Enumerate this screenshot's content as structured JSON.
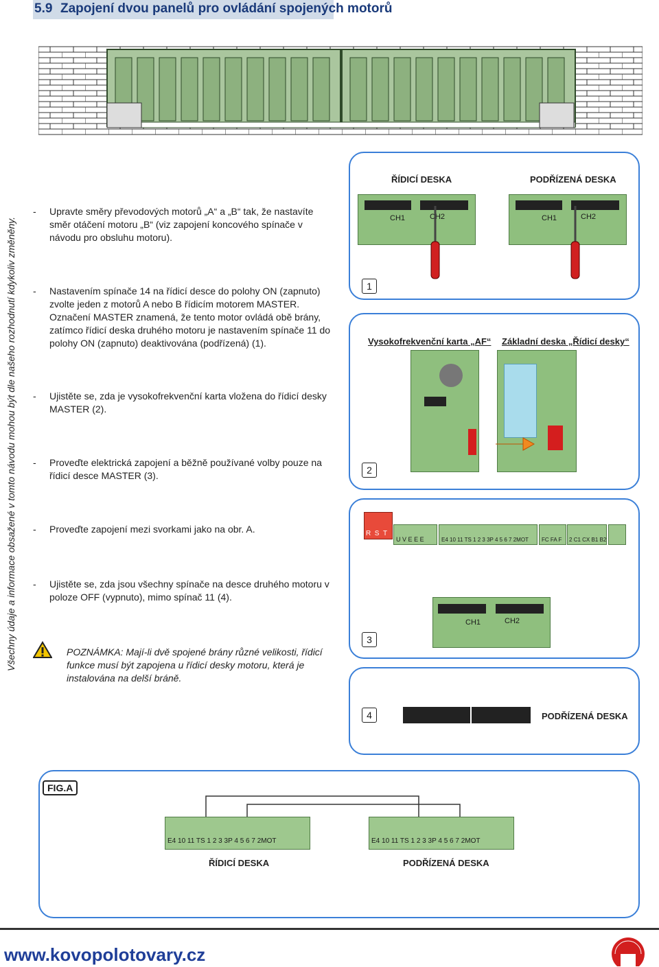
{
  "header": {
    "number": "5.9",
    "title": "Zapojení dvou panelů pro ovládání spojených motorů"
  },
  "side_note": "Všechny údaje a informace obsažené v tomto návodu mohou být dle našeho rozhodnutí kdykoliv změněny.",
  "paragraphs": [
    "Upravte směry převodových motorů „A“ a „B“ tak, že nastavíte směr otáčení motoru „B“ (viz zapojení koncového spínače v návodu pro obsluhu motoru).",
    "Nastavením spínače 14 na řídicí desce do polohy ON (zapnuto) zvolte jeden z motorů A nebo B řídicím motorem MASTER. Označení MASTER znamená, že tento motor ovládá obě brány, zatímco řídicí deska druhého motoru je nastavením spínače 11 do polohy ON (zapnuto) deaktivována (podřízená) (1).",
    "Ujistěte se, zda je vysokofrekvenční karta vložena do řídicí desky MASTER (2).",
    "Proveďte elektrická zapojení a běžně používané volby pouze na řídicí desce MASTER (3).",
    "Proveďte zapojení mezi svorkami jako na obr. A.",
    "Ujistěte se, zda jsou všechny spínače na desce druhého motoru v poloze OFF (vypnuto), mimo spínač 11 (4)."
  ],
  "dash": "-",
  "note": "POZNÁMKA: Mají-li dvě spojené brány různé velikosti, řídicí funkce musí být zapojena u řídicí desky motoru, která je instalována na delší bráně.",
  "panel1": {
    "left_title": "ŘÍDICÍ DESKA",
    "right_title": "PODŘÍZENÁ DESKA",
    "ch1": "CH1",
    "ch2": "CH2",
    "num": "1"
  },
  "panel2": {
    "left_title": "Vysokofrekvenční karta „AF“",
    "right_title": "Základní deska „Řídicí desky“",
    "num": "2"
  },
  "panel3": {
    "num": "3",
    "ch1": "CH1",
    "ch2": "CH2",
    "rst": [
      "R",
      "S",
      "T"
    ],
    "terms_a": [
      "U",
      "V",
      "E",
      "E",
      "E"
    ],
    "terms_b": [
      "E4",
      "10",
      "11",
      "TS",
      "1",
      "2",
      "3",
      "3P",
      "4",
      "5",
      "6",
      "7",
      "2MOT"
    ],
    "terms_c": [
      "FC",
      "FA",
      "F"
    ],
    "terms_d": [
      "2",
      "C1",
      "CX",
      "B1",
      "B2"
    ]
  },
  "panel4": {
    "num": "4",
    "title": "PODŘÍZENÁ DESKA"
  },
  "fig": {
    "label": "FIG.A",
    "terminals": [
      "E4",
      "10",
      "11",
      "TS",
      "1",
      "2",
      "3",
      "3P",
      "4",
      "5",
      "6",
      "7",
      "2MOT"
    ],
    "left_caption": "ŘÍDICÍ DESKA",
    "right_caption": "PODŘÍZENÁ DESKA"
  },
  "footer": {
    "url": "www.kovopolotovary.cz"
  }
}
